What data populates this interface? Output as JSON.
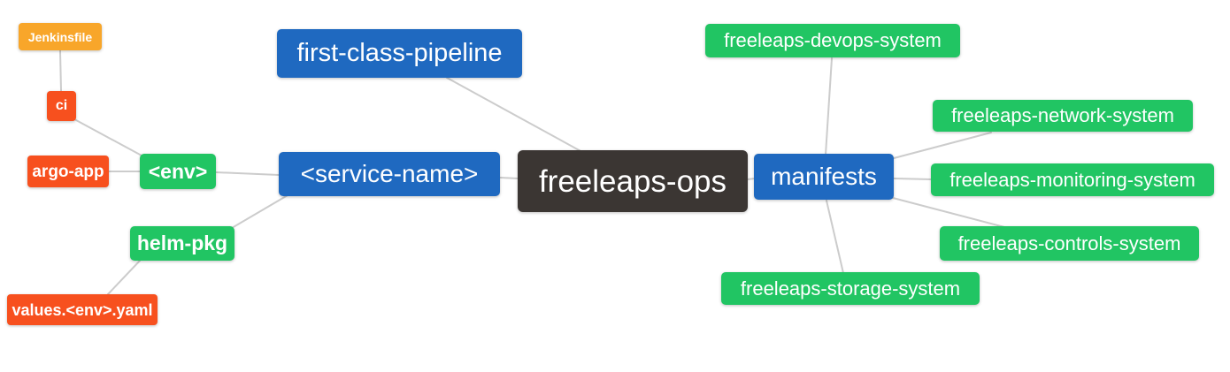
{
  "app": {
    "type": "mindmap-diagram",
    "root_label": "freeleaps-ops",
    "background": "#ffffff"
  },
  "palette": {
    "root_node": "#3b3633",
    "branch_node": "#1f69c0",
    "leaf_green": "#21c563",
    "leaf_orange": "#f8a62a",
    "leaf_red": "#f7501e",
    "edge_line": "#cccccc",
    "node_text": "#ffffff"
  },
  "nodes": [
    {
      "id": "jenkinsfile",
      "label": "Jenkinsfile",
      "color_role": "leaf_orange"
    },
    {
      "id": "ci",
      "label": "ci",
      "color_role": "leaf_red"
    },
    {
      "id": "argo-app",
      "label": "argo-app",
      "color_role": "leaf_red"
    },
    {
      "id": "env",
      "label": "<env>",
      "color_role": "leaf_green"
    },
    {
      "id": "helm-pkg",
      "label": "helm-pkg",
      "color_role": "leaf_green"
    },
    {
      "id": "values-env-yaml",
      "label": "values.<env>.yaml",
      "color_role": "leaf_red"
    },
    {
      "id": "first-class-pipeline",
      "label": "first-class-pipeline",
      "color_role": "branch_node"
    },
    {
      "id": "service-name",
      "label": "<service-name>",
      "color_role": "branch_node"
    },
    {
      "id": "freeleaps-ops",
      "label": "freeleaps-ops",
      "color_role": "root_node"
    },
    {
      "id": "manifests",
      "label": "manifests",
      "color_role": "branch_node"
    },
    {
      "id": "freeleaps-devops-system",
      "label": "freeleaps-devops-system",
      "color_role": "leaf_green"
    },
    {
      "id": "freeleaps-network-system",
      "label": "freeleaps-network-system",
      "color_role": "leaf_green"
    },
    {
      "id": "freeleaps-monitoring-system",
      "label": "freeleaps-monitoring-system",
      "color_role": "leaf_green"
    },
    {
      "id": "freeleaps-controls-system",
      "label": "freeleaps-controls-system",
      "color_role": "leaf_green"
    },
    {
      "id": "freeleaps-storage-system",
      "label": "freeleaps-storage-system",
      "color_role": "leaf_green"
    }
  ],
  "edges": [
    {
      "from": "ci",
      "to": "jenkinsfile"
    },
    {
      "from": "env",
      "to": "ci"
    },
    {
      "from": "env",
      "to": "argo-app"
    },
    {
      "from": "service-name",
      "to": "env"
    },
    {
      "from": "service-name",
      "to": "helm-pkg"
    },
    {
      "from": "helm-pkg",
      "to": "values-env-yaml"
    },
    {
      "from": "freeleaps-ops",
      "to": "first-class-pipeline"
    },
    {
      "from": "freeleaps-ops",
      "to": "service-name"
    },
    {
      "from": "freeleaps-ops",
      "to": "manifests"
    },
    {
      "from": "manifests",
      "to": "freeleaps-devops-system"
    },
    {
      "from": "manifests",
      "to": "freeleaps-network-system"
    },
    {
      "from": "manifests",
      "to": "freeleaps-monitoring-system"
    },
    {
      "from": "manifests",
      "to": "freeleaps-controls-system"
    },
    {
      "from": "manifests",
      "to": "freeleaps-storage-system"
    }
  ]
}
